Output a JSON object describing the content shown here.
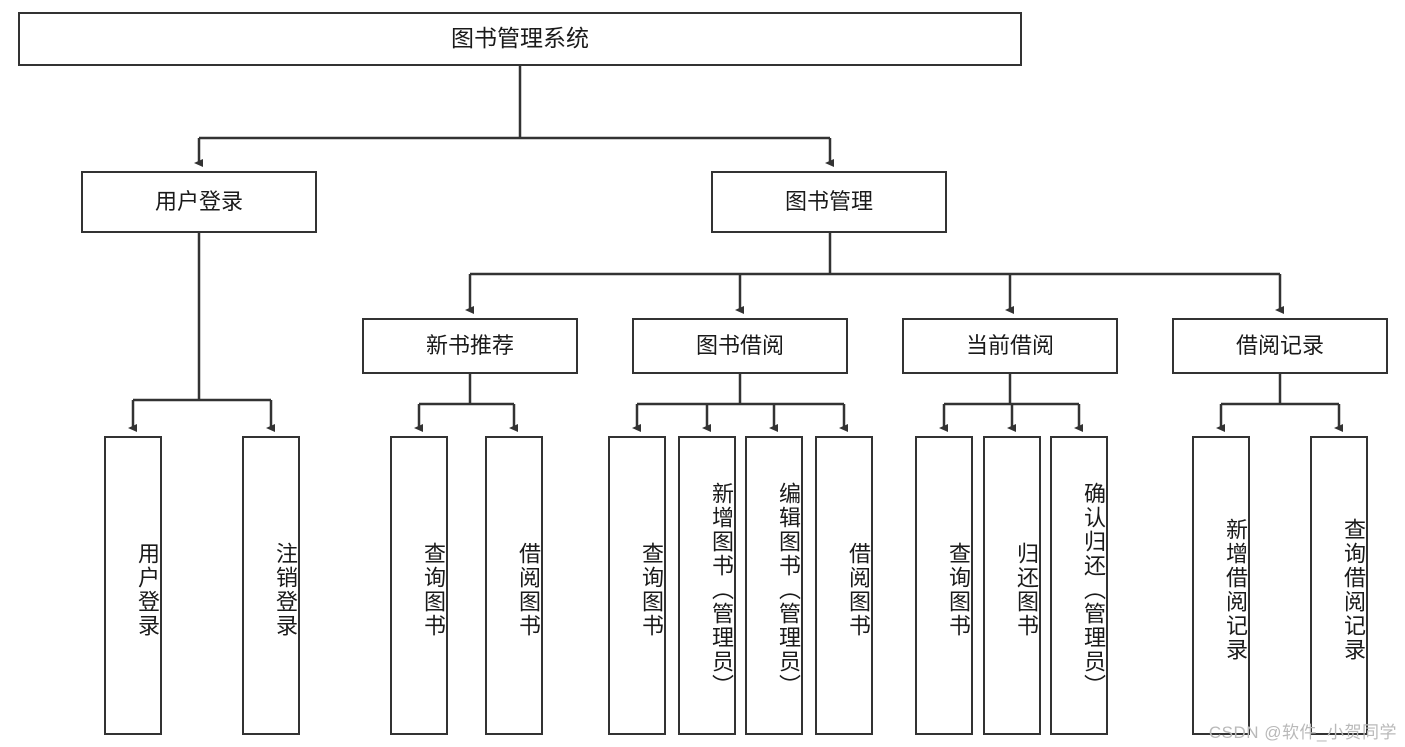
{
  "diagram": {
    "title": "图书管理系统",
    "type": "tree",
    "watermark": "CSDN @软件_小贺同学",
    "colors": {
      "box_border": "#333333",
      "box_fill": "#ffffff",
      "connector": "#333333",
      "text": "#1a1a1a",
      "watermark": "#b9b9b9"
    },
    "nodes": {
      "root": {
        "label": "图书管理系统"
      },
      "level2": [
        {
          "id": "user-login",
          "label": "用户登录"
        },
        {
          "id": "book-manage",
          "label": "图书管理"
        }
      ],
      "level3": [
        {
          "id": "new-book-recommend",
          "label": "新书推荐"
        },
        {
          "id": "book-borrow",
          "label": "图书借阅"
        },
        {
          "id": "current-borrow",
          "label": "当前借阅"
        },
        {
          "id": "borrow-record",
          "label": "借阅记录"
        }
      ],
      "leaves": {
        "user-login": [
          {
            "id": "leaf-user-login",
            "label": "用户登录"
          },
          {
            "id": "leaf-logout-login",
            "label": "注销登录"
          }
        ],
        "new-book-recommend": [
          {
            "id": "leaf-query-book-1",
            "label": "查询图书"
          },
          {
            "id": "leaf-borrow-book-1",
            "label": "借阅图书"
          }
        ],
        "book-borrow": [
          {
            "id": "leaf-query-book-2",
            "label": "查询图书"
          },
          {
            "id": "leaf-add-book",
            "label": "新增图书（管理员）"
          },
          {
            "id": "leaf-edit-book",
            "label": "编辑图书（管理员）"
          },
          {
            "id": "leaf-borrow-book-2",
            "label": "借阅图书"
          }
        ],
        "current-borrow": [
          {
            "id": "leaf-query-book-3",
            "label": "查询图书"
          },
          {
            "id": "leaf-return-book",
            "label": "归还图书"
          },
          {
            "id": "leaf-confirm-return",
            "label": "确认归还（管理员）"
          }
        ],
        "borrow-record": [
          {
            "id": "leaf-add-borrow-record",
            "label": "新增借阅记录"
          },
          {
            "id": "leaf-query-borrow-record",
            "label": "查询借阅记录"
          }
        ]
      }
    }
  }
}
